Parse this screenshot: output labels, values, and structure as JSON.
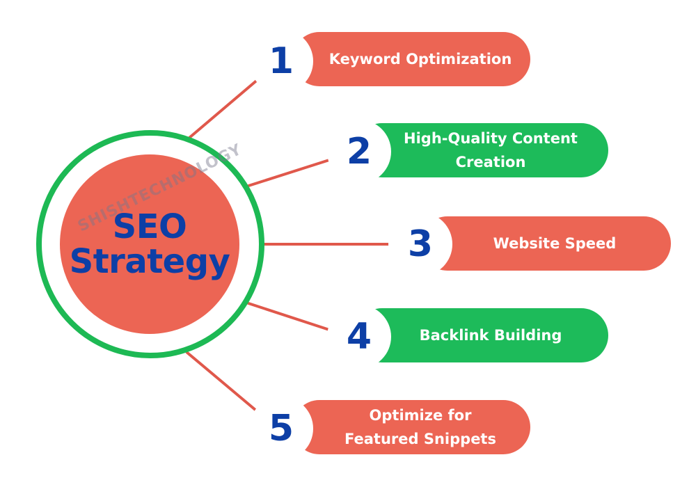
{
  "hub": {
    "title_line1": "SEO",
    "title_line2": "Strategy",
    "watermark": "SHISHTECHNOLOGY"
  },
  "colors": {
    "red": "#ec6554",
    "green": "#1dbb5a",
    "number": "#0d3fa6",
    "connector": "#e0584b"
  },
  "items": [
    {
      "number": "1",
      "line1": "Keyword Optimization",
      "line2": "",
      "color": "red"
    },
    {
      "number": "2",
      "line1": "High-Quality Content",
      "line2": "Creation",
      "color": "green"
    },
    {
      "number": "3",
      "line1": "Website Speed",
      "line2": "",
      "color": "red"
    },
    {
      "number": "4",
      "line1": "Backlink Building",
      "line2": "",
      "color": "green"
    },
    {
      "number": "5",
      "line1": "Optimize for",
      "line2": "Featured Snippets",
      "color": "red"
    }
  ]
}
